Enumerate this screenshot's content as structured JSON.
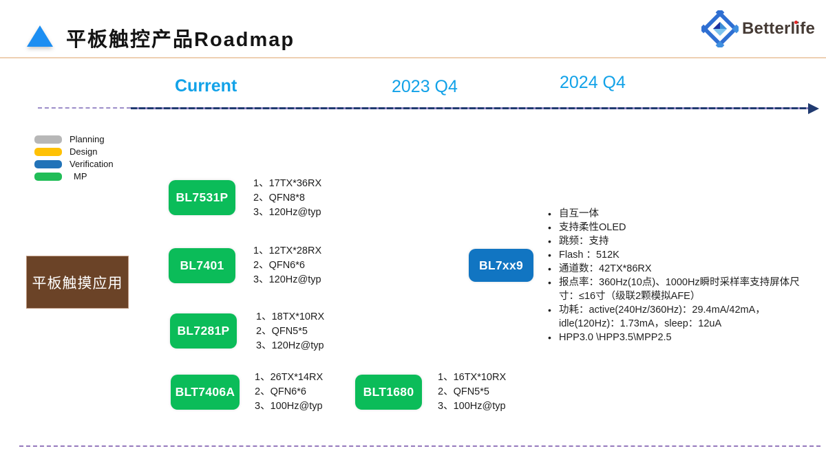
{
  "header": {
    "title": "平板触控产品Roadmap",
    "brand": "Betterlife"
  },
  "timeline": {
    "labels": [
      {
        "text": "Current"
      },
      {
        "text": "2023 Q4"
      },
      {
        "text": "2024 Q4"
      }
    ]
  },
  "legend": {
    "items": [
      {
        "label": "Planning",
        "color": "#b7b7b7"
      },
      {
        "label": "Design",
        "color": "#ffc104"
      },
      {
        "label": "Verification",
        "color": "#2273b8"
      },
      {
        "label": "MP",
        "color": "#21bd57"
      }
    ]
  },
  "category": {
    "label": "平板触摸应用",
    "color": "#6b4327"
  },
  "products": [
    {
      "name": "BL7531P",
      "color": "#0bbc59",
      "specs": [
        "1、17TX*36RX",
        "2、QFN8*8",
        "3、120Hz@typ"
      ]
    },
    {
      "name": "BL7401",
      "color": "#0bbc59",
      "specs": [
        "1、12TX*28RX",
        "2、QFN6*6",
        "3、120Hz@typ"
      ]
    },
    {
      "name": "BL7281P",
      "color": "#0bbc59",
      "specs": [
        "1、18TX*10RX",
        "2、QFN5*5",
        "3、120Hz@typ"
      ]
    },
    {
      "name": "BLT7406A",
      "color": "#0bbc59",
      "specs": [
        "1、26TX*14RX",
        "2、QFN6*6",
        "3、100Hz@typ"
      ]
    },
    {
      "name": "BLT1680",
      "color": "#0bbc59",
      "specs": [
        "1、16TX*10RX",
        "2、QFN5*5",
        "3、100Hz@typ"
      ]
    },
    {
      "name": "BL7xx9",
      "color": "#1175c2",
      "specs": []
    }
  ],
  "features": {
    "items": [
      "自互一体",
      "支持柔性OLED",
      "跳频：支持",
      "Flash ：512K",
      "通道数：42TX*86RX",
      "报点率：360Hz(10点)、1000Hz瞬时采样率支持屏体尺寸：≤16寸（级联2颗模拟AFE）",
      "功耗：active(240Hz/360Hz)：29.4mA/42mA，idle(120Hz)：1.73mA，sleep：12uA",
      "HPP3.0 \\HPP3.5\\MPP2.5"
    ]
  },
  "colors": {
    "accent_azure": "#12a2e8",
    "axis_navy": "#203a70",
    "dash_purple": "#9478bc",
    "header_divider": "#eed0b2",
    "triangle_blue": "#1c8ef2"
  }
}
